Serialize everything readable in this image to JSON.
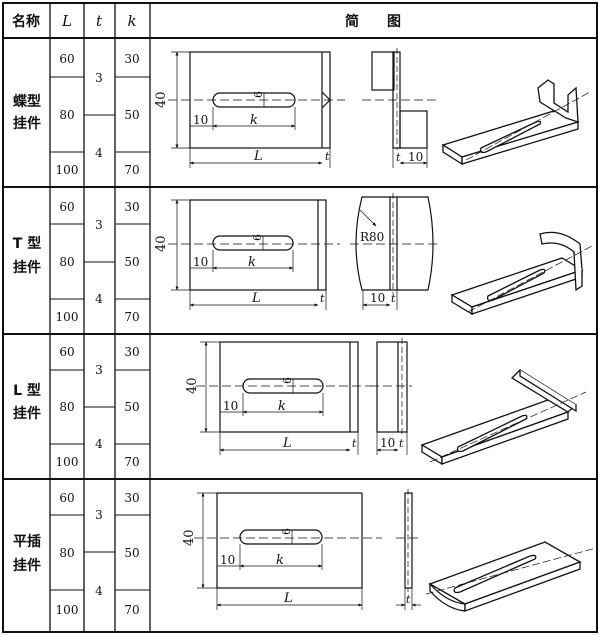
{
  "header": {
    "name": "名称",
    "L": "L",
    "t": "t",
    "k": "k",
    "diagram": "简　　图"
  },
  "rows": [
    {
      "name_line1": "蝶型",
      "name_line2": "挂件",
      "L_values": [
        "60",
        "80",
        "100"
      ],
      "t_values": [
        "3",
        "4"
      ],
      "k_values": [
        "30",
        "50",
        "70"
      ],
      "dims": {
        "h": "40",
        "slot": "6",
        "edge": "10",
        "k": "k",
        "L": "L",
        "t": "t",
        "side": "10"
      }
    },
    {
      "name_line1": "T 型",
      "name_line2": "挂件",
      "L_values": [
        "60",
        "80",
        "100"
      ],
      "t_values": [
        "3",
        "4"
      ],
      "k_values": [
        "30",
        "50",
        "70"
      ],
      "dims": {
        "h": "40",
        "slot": "6",
        "edge": "10",
        "k": "k",
        "L": "L",
        "t": "t",
        "side": "10",
        "radius": "R80"
      }
    },
    {
      "name_line1": "L 型",
      "name_line2": "挂件",
      "L_values": [
        "60",
        "80",
        "100"
      ],
      "t_values": [
        "3",
        "4"
      ],
      "k_values": [
        "30",
        "50",
        "70"
      ],
      "dims": {
        "h": "40",
        "slot": "6",
        "edge": "10",
        "k": "k",
        "L": "L",
        "t": "t",
        "side": "10"
      }
    },
    {
      "name_line1": "平插",
      "name_line2": "挂件",
      "L_values": [
        "60",
        "80",
        "100"
      ],
      "t_values": [
        "3",
        "4"
      ],
      "k_values": [
        "30",
        "50",
        "70"
      ],
      "dims": {
        "h": "40",
        "slot": "6",
        "edge": "10",
        "k": "k",
        "L": "L",
        "t": "t"
      }
    }
  ]
}
